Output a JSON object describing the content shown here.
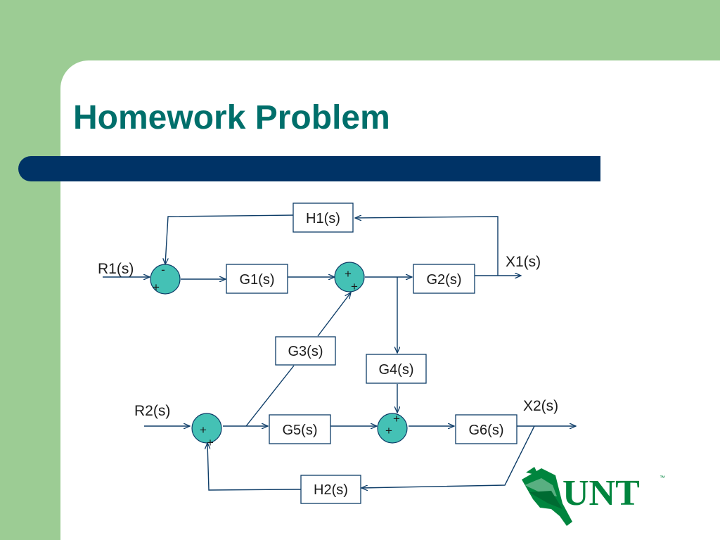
{
  "slide": {
    "title": "Homework Problem",
    "colors": {
      "sidebar": "#9ccc94",
      "title": "#006f6b",
      "bar": "#003366",
      "summing_junction": "#44c1b5"
    }
  },
  "diagram": {
    "blocks": {
      "H1": "H1(s)",
      "G1": "G1(s)",
      "G2": "G2(s)",
      "G3": "G3(s)",
      "G4": "G4(s)",
      "G5": "G5(s)",
      "G6": "G6(s)",
      "H2": "H2(s)"
    },
    "signals": {
      "R1": "R1(s)",
      "X1": "X1(s)",
      "R2": "R2(s)",
      "X2": "X2(s)"
    },
    "junction_signs": {
      "S1_top": "-",
      "S1_bottom": "+",
      "S2_top": "+",
      "S2_bottom": "+",
      "S3_left": "+",
      "S3_bottom": "+",
      "S4_top": "+",
      "S4_left": "+"
    }
  },
  "logo": {
    "text": "UNT",
    "trademark": "™",
    "icon": "eagle-icon"
  }
}
